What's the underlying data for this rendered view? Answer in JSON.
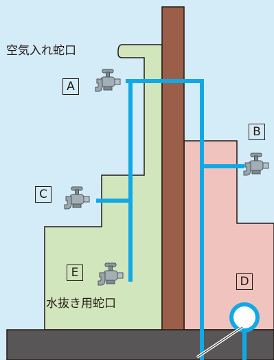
{
  "labels": {
    "air_inlet_faucet": "空気入れ蛇口",
    "drain_faucet": "水抜き用蛇口",
    "A": "A",
    "B": "B",
    "C": "C",
    "D": "D",
    "E": "E"
  },
  "colors": {
    "background": "#d4ecf7",
    "green_wall": "#d2e6bd",
    "pink_wall": "#f1c3bf",
    "pillar": "#9b5e48",
    "pipe": "#10a9e6",
    "ground": "#585656",
    "outline": "#231815",
    "faucet": "#8f9ba3"
  },
  "icons": [
    "faucet-icon",
    "valve-circle-icon"
  ]
}
